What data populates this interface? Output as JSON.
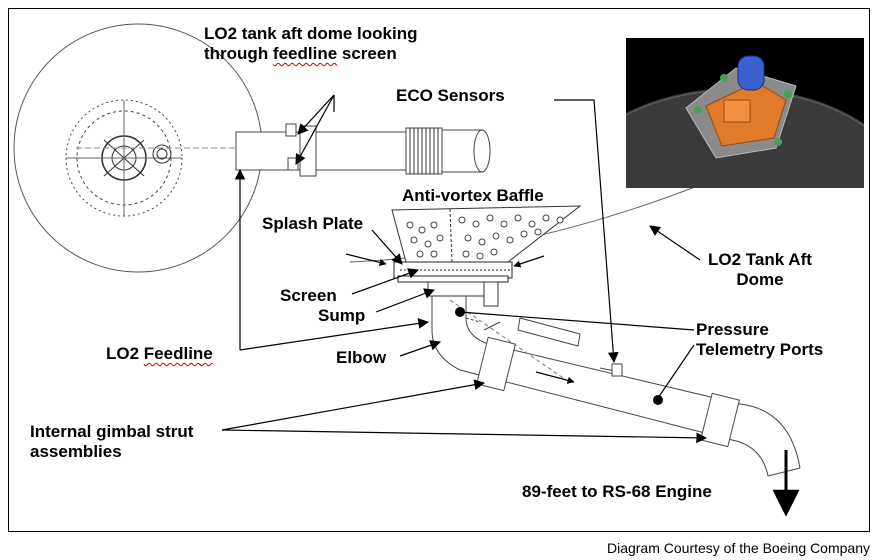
{
  "labels": {
    "dome_view_line1": "LO2 tank aft dome looking",
    "dome_view_line2_a": "through ",
    "dome_view_line2_b": "feedline",
    "dome_view_line2_c": " screen",
    "eco_sensors": "ECO Sensors",
    "anti_vortex_baffle": "Anti-vortex Baffle",
    "splash_plate": "Splash Plate",
    "lo2_tank_aft_dome_line1": "LO2 Tank Aft",
    "lo2_tank_aft_dome_line2": "Dome",
    "screen": "Screen",
    "sump": "Sump",
    "lo2_feedline_a": "LO2 ",
    "lo2_feedline_b": "Feedline",
    "elbow": "Elbow",
    "pressure_line1": "Pressure",
    "pressure_line2": "Telemetry Ports",
    "gimbal_line1": "Internal gimbal strut",
    "gimbal_line2": "assemblies",
    "engine": "89-feet to RS-68 Engine"
  },
  "credit": "Diagram Courtesy of the Boeing Company",
  "colors": {
    "spell_underline": "#d00000",
    "photo_background": "#000000",
    "photo_orange": "#e07a2a",
    "photo_blue": "#3a5fd0",
    "photo_green": "#4aa05a"
  }
}
